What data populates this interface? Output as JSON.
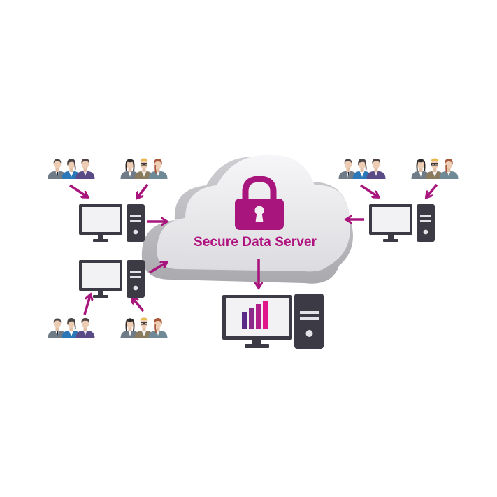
{
  "diagram": {
    "title": "Secure Data Server",
    "colors": {
      "accent": "#a8157c",
      "device": "#3b3a45",
      "screen": "#f2f2f4",
      "cloud_light": "#eeeef0",
      "cloud_shadow": "#c8c8cc",
      "suit_gray": "#6f7b86",
      "suit_blue": "#2a78b8",
      "suit_purple": "#5a4a86",
      "skin": "#e8c9b0",
      "hair_dark": "#4a4444",
      "hair_blond": "#e6b94a",
      "hair_red": "#a8583a",
      "bar_colors": [
        "#5b2a86",
        "#8a2a8a",
        "#b01f8a",
        "#e0178a"
      ]
    },
    "nodes": {
      "cloud": {
        "label": "Secure Data Server",
        "icon": "padlock-icon"
      },
      "client_top_left": {
        "icon": "desktop-computer-icon",
        "user_groups": 2
      },
      "client_bottom_left": {
        "icon": "desktop-computer-icon",
        "user_groups": 2
      },
      "client_right": {
        "icon": "desktop-computer-icon",
        "user_groups": 2
      },
      "analytics_workstation": {
        "icon": "desktop-computer-bar-chart-icon"
      }
    },
    "edges": [
      {
        "from": "users_tl_a",
        "to": "client_top_left"
      },
      {
        "from": "users_tl_b",
        "to": "client_top_left"
      },
      {
        "from": "users_bl_a",
        "to": "client_bottom_left"
      },
      {
        "from": "users_bl_b",
        "to": "client_bottom_left"
      },
      {
        "from": "users_r_a",
        "to": "client_right"
      },
      {
        "from": "users_r_b",
        "to": "client_right"
      },
      {
        "from": "client_top_left",
        "to": "cloud"
      },
      {
        "from": "client_bottom_left",
        "to": "cloud"
      },
      {
        "from": "client_right",
        "to": "cloud"
      },
      {
        "from": "cloud",
        "to": "analytics_workstation"
      }
    ],
    "chart_bars": [
      0.45,
      0.62,
      0.82,
      1.0
    ]
  }
}
